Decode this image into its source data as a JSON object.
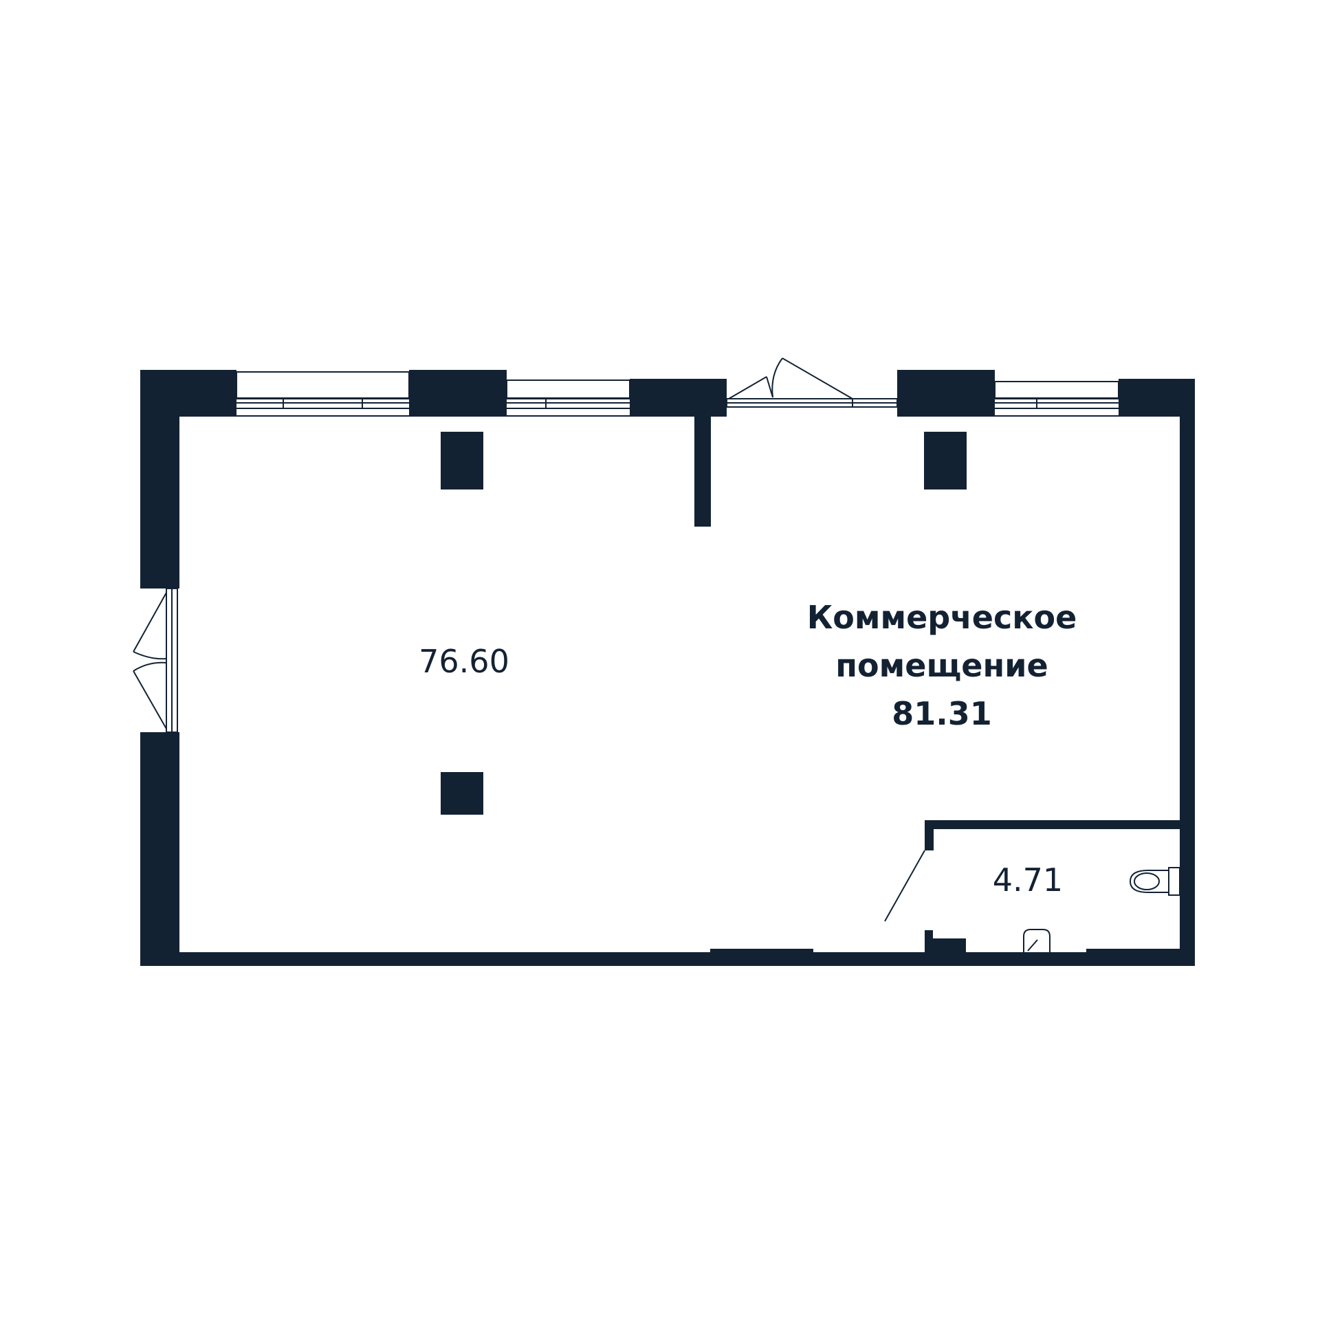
{
  "colors": {
    "wall": "#132233",
    "background": "#ffffff",
    "line": "#132233"
  },
  "rooms": {
    "main_area": "76.60",
    "commercial_title_line1": "Коммерческое",
    "commercial_title_line2": "помещение",
    "commercial_total": "81.31",
    "bathroom_area": "4.71"
  }
}
